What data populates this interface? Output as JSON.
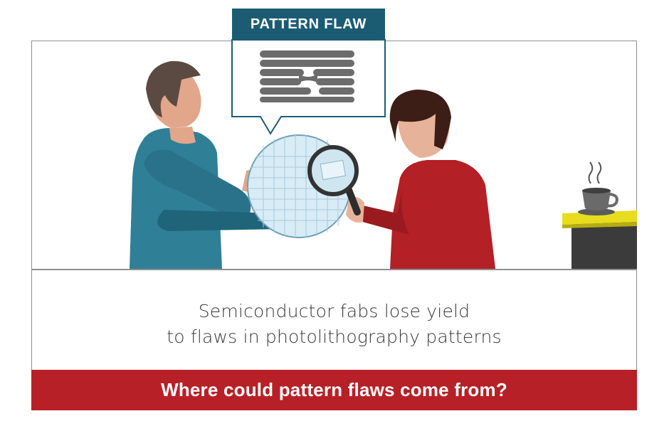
{
  "callout": {
    "label": "PATTERN FLAW"
  },
  "caption": {
    "line1": "Semiconductor fabs lose yield",
    "line2": "to flaws in photolithography patterns"
  },
  "banner": {
    "question": "Where could pattern flaws come from?"
  },
  "colors": {
    "callout_bg": "#1b5c73",
    "banner_bg": "#b72027",
    "man_shirt": "#2f7f96",
    "woman_shirt": "#b32025",
    "table_top": "#e8dc1e",
    "table_body": "#3b3b3b"
  },
  "icons": [
    "silicon-wafer",
    "magnifying-glass",
    "coffee-cup",
    "steam"
  ]
}
